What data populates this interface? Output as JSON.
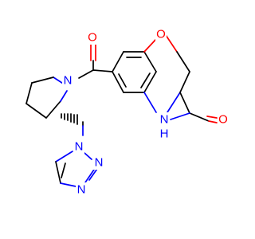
{
  "molecule": {
    "colors": {
      "bond": "#000000",
      "nitrogen": "#0000ff",
      "oxygen": "#ff0000"
    },
    "atoms": {
      "o_carbonyl_amide": {
        "text": "O"
      },
      "n_pyrrolidine": {
        "text": "N"
      },
      "o_ring": {
        "text": "O"
      },
      "o_lactam": {
        "text": "O"
      },
      "nh_lactam": {
        "text": "N"
      },
      "h_lactam": {
        "text": "H"
      },
      "n_triazole_1": {
        "text": "N"
      },
      "n_triazole_2": {
        "text": "N"
      },
      "n_triazole_3": {
        "text": "N"
      }
    }
  }
}
